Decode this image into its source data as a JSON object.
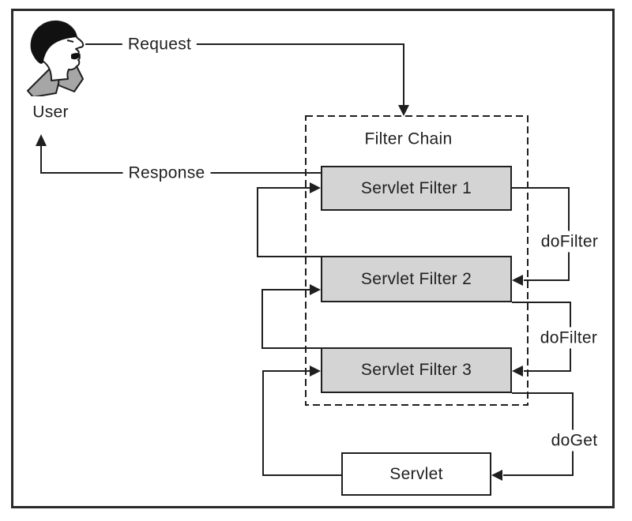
{
  "diagram": {
    "actor": {
      "label": "User"
    },
    "flow_labels": {
      "request": "Request",
      "response": "Response",
      "do_filter_1": "doFilter",
      "do_filter_2": "doFilter",
      "do_get": "doGet"
    },
    "container": {
      "title": "Filter Chain"
    },
    "nodes": {
      "filter1": {
        "label": "Servlet Filter 1"
      },
      "filter2": {
        "label": "Servlet Filter 2"
      },
      "filter3": {
        "label": "Servlet Filter 3"
      },
      "servlet": {
        "label": "Servlet"
      }
    },
    "colors": {
      "line": "#1f1f1f",
      "filter_box_fill": "#d4d4d4",
      "servlet_box_fill": "#ffffff",
      "shoulder_gray": "#a6a6a6",
      "background": "#ffffff"
    }
  }
}
